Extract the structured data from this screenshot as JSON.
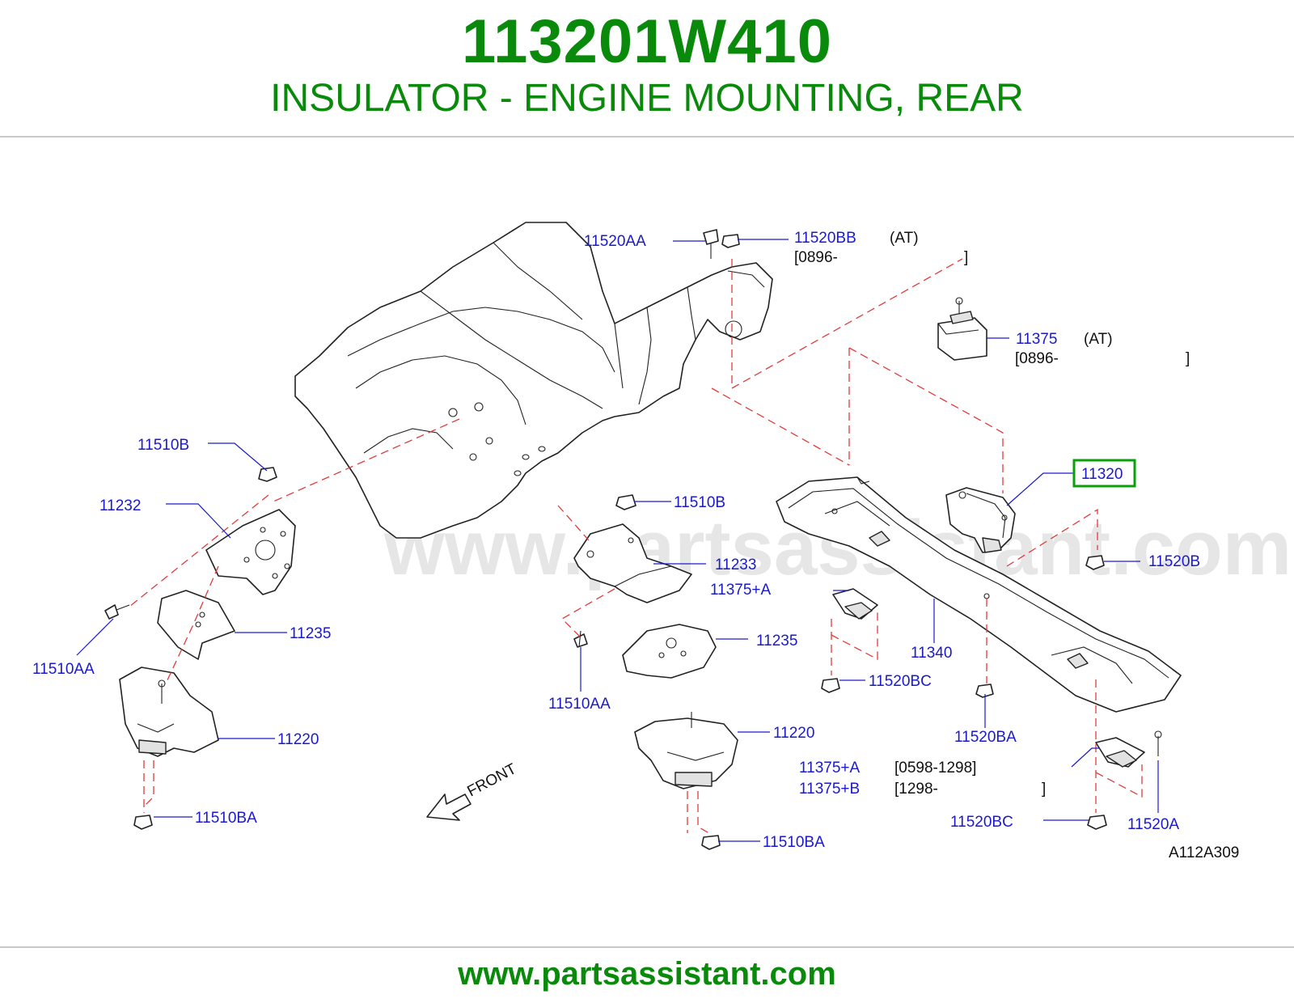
{
  "header": {
    "part_number": "113201W410",
    "description": "INSULATOR - ENGINE MOUNTING, REAR"
  },
  "watermark": "www.partsassistant.com",
  "footer": {
    "url": "www.partsassistant.com"
  },
  "diagram": {
    "code": "A112A309",
    "front_label": "FRONT",
    "labels": {
      "l_11520AA": "11520AA",
      "l_11520BB": "11520BB",
      "n_11520BB_at": "(AT)",
      "n_11520BB_date": "[0896-",
      "n_11520BB_close": "]",
      "l_11375": "11375",
      "n_11375_at": "(AT)",
      "n_11375_date": "[0896-",
      "n_11375_close": "]",
      "l_11320": "11320",
      "l_11520B": "11520B",
      "l_11510B_left": "11510B",
      "l_11232": "11232",
      "l_11510B_mid": "11510B",
      "l_11233": "11233",
      "l_11375A_top": "11375+A",
      "l_11235_left": "11235",
      "l_11235_mid": "11235",
      "l_11340": "11340",
      "l_11510AA_left": "11510AA",
      "l_11510AA_mid": "11510AA",
      "l_11520BC_top": "11520BC",
      "l_11220_left": "11220",
      "l_11220_mid": "11220",
      "l_11520BA": "11520BA",
      "l_11375A_bot": "11375+A",
      "n_11375A_bot": "[0598-1298]",
      "l_11375B": "11375+B",
      "n_11375B": "[1298-",
      "n_11375B_close": "]",
      "l_11510BA_left": "11510BA",
      "l_11510BA_mid": "11510BA",
      "l_11520BC_bot": "11520BC",
      "l_11520A": "11520A"
    }
  },
  "colors": {
    "title_green": "#0a8a0a",
    "label_blue": "#1a1acc",
    "leader_red": "#e03c3c",
    "highlight_green": "#0aa00a"
  }
}
